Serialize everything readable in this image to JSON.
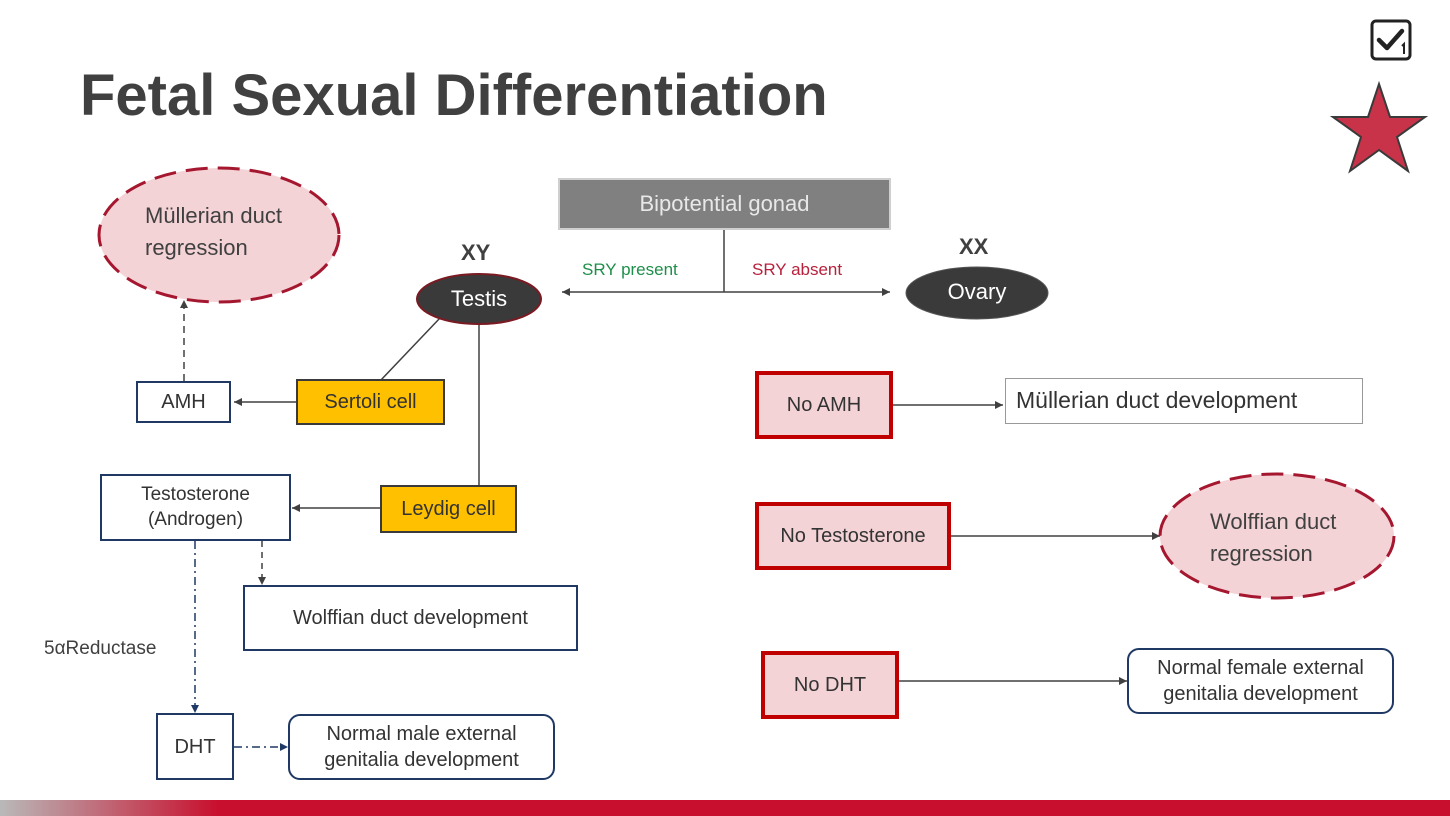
{
  "slide": {
    "title": "Fetal Sexual Differentiation",
    "icons": {
      "checkbox": "checkbox-icon",
      "star": "star-icon"
    },
    "colors": {
      "accent_red": "#c8102e",
      "gold": "#ffc000",
      "navy": "#1f3864",
      "pink": "#f4d3d7",
      "dark": "#404040"
    }
  },
  "top": {
    "gonad": "Bipotential gonad",
    "sry_present": "SRY present",
    "sry_absent": "SRY absent",
    "xy": "XY",
    "xx": "XX",
    "testis": "Testis",
    "ovary": "Ovary"
  },
  "male": {
    "mullerian_regression": [
      "Müllerian duct",
      "regression"
    ],
    "amh": "AMH",
    "sertoli": "Sertoli cell",
    "testosterone": [
      "Testosterone",
      "(Androgen)"
    ],
    "leydig": "Leydig cell",
    "wolffian_dev": "Wolffian duct development",
    "reductase": "5αReductase",
    "dht": "DHT",
    "male_genitalia": [
      "Normal male external",
      "genitalia development"
    ]
  },
  "female": {
    "no_amh": "No AMH",
    "mullerian_dev": "Müllerian duct development",
    "no_testosterone": "No Testosterone",
    "wolffian_regression": [
      "Wolffian duct",
      "regression"
    ],
    "no_dht": "No DHT",
    "female_genitalia": [
      "Normal female external",
      "genitalia development"
    ]
  }
}
